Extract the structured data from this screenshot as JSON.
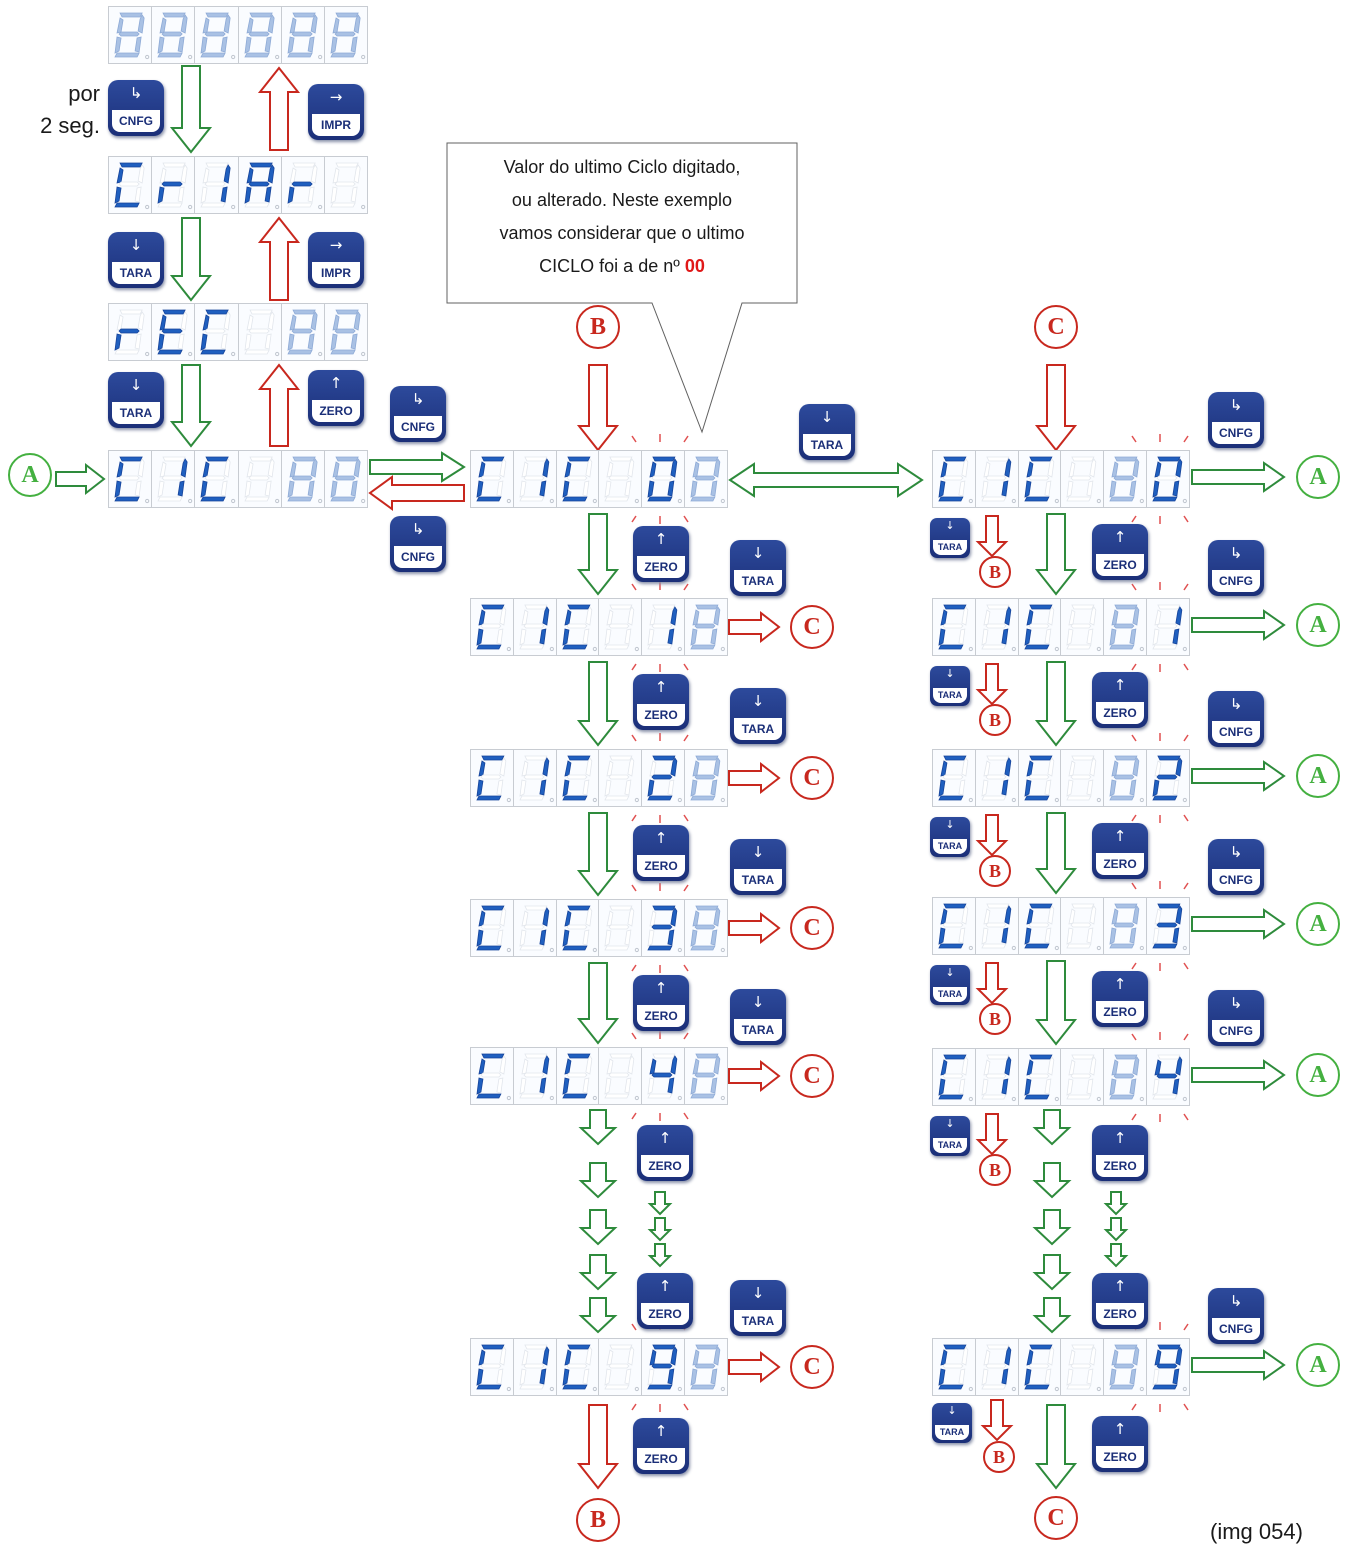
{
  "colors": {
    "lcd_on": "#1f5fbf",
    "lcd_dim": "#a9c1e4",
    "lcd_off": "#e2e6ec",
    "key_blue": "#1b2f78",
    "arrow_green": "#2e8b3c",
    "arrow_red": "#c8281e",
    "highlight_red": "#e01818"
  },
  "labels": {
    "por": "por",
    "seg": "2 seg.",
    "caption": "(img 054)",
    "callout_lines": [
      "Valor do ultimo Ciclo digitado,",
      "ou alterado. Neste exemplo",
      "vamos considerar que o ultimo"
    ],
    "callout_last_prefix": "CICLO foi a de nº ",
    "callout_highlight": "00"
  },
  "keys": {
    "cnfg": {
      "label": "CNFG",
      "icon": "enter-arrow-icon",
      "glyph": "↳"
    },
    "impr": {
      "label": "IMPR",
      "icon": "right-arrow-icon",
      "glyph": "→"
    },
    "tara": {
      "label": "TARA",
      "icon": "down-arrow-icon",
      "glyph": "↓"
    },
    "zero": {
      "label": "ZERO",
      "icon": "up-arrow-icon",
      "glyph": "↑"
    }
  },
  "markers": {
    "A": "A",
    "B": "B",
    "C": "C"
  },
  "displays": [
    {
      "id": "test",
      "text": "888888",
      "dim": [
        0,
        1,
        2,
        3,
        4,
        5
      ]
    },
    {
      "id": "criar",
      "text": "CrIAr ",
      "dim": []
    },
    {
      "id": "rec",
      "text": "rEC 88",
      "dim": [
        4,
        5
      ]
    },
    {
      "id": "cic-entry",
      "text": "CIC 88",
      "dim": [
        4,
        5
      ]
    },
    {
      "id": "cic-0x",
      "text": "CIC 08",
      "dim": [
        5
      ]
    },
    {
      "id": "cic-1x",
      "text": "CIC 18",
      "dim": [
        5
      ]
    },
    {
      "id": "cic-2x",
      "text": "CIC 28",
      "dim": [
        5
      ]
    },
    {
      "id": "cic-3x",
      "text": "CIC 38",
      "dim": [
        5
      ]
    },
    {
      "id": "cic-4x",
      "text": "CIC 48",
      "dim": [
        5
      ]
    },
    {
      "id": "cic-9x",
      "text": "CIC 98",
      "dim": [
        5
      ]
    },
    {
      "id": "cic-x0",
      "text": "CIC 80",
      "dim": [
        4
      ]
    },
    {
      "id": "cic-x1",
      "text": "CIC 81",
      "dim": [
        4
      ]
    },
    {
      "id": "cic-x2",
      "text": "CIC 82",
      "dim": [
        4
      ]
    },
    {
      "id": "cic-x3",
      "text": "CIC 83",
      "dim": [
        4
      ]
    },
    {
      "id": "cic-x4",
      "text": "CIC 84",
      "dim": [
        4
      ]
    },
    {
      "id": "cic-x9",
      "text": "CIC 89",
      "dim": [
        4
      ]
    }
  ]
}
